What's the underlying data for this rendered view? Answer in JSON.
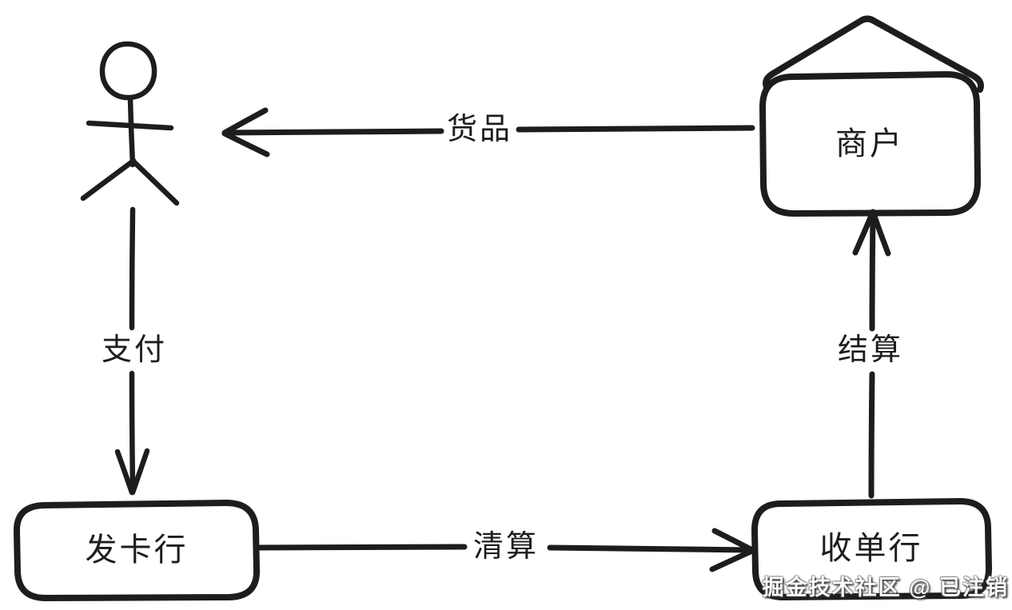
{
  "diagram": {
    "type": "flow-diagram",
    "style": "hand-drawn",
    "colors": {
      "ink": "#1d1d1d",
      "background": "#ffffff",
      "watermark_text": "#fbfbfb"
    },
    "nodes": {
      "customer": {
        "label": "",
        "shape": "stick-figure-person"
      },
      "merchant": {
        "label": "商户",
        "shape": "house"
      },
      "issuing_bank": {
        "label": "发卡行",
        "shape": "rounded-rect"
      },
      "acquiring_bank": {
        "label": "收单行",
        "shape": "rounded-rect"
      }
    },
    "edges": [
      {
        "label": "货品",
        "from": "merchant",
        "to": "customer",
        "direction": "left"
      },
      {
        "label": "支付",
        "from": "customer",
        "to": "issuing_bank",
        "direction": "down"
      },
      {
        "label": "清算",
        "from": "issuing_bank",
        "to": "acquiring_bank",
        "direction": "right"
      },
      {
        "label": "结算",
        "from": "acquiring_bank",
        "to": "merchant",
        "direction": "up"
      }
    ]
  },
  "watermark": {
    "text": "掘金技术社区 @ 已注销"
  }
}
